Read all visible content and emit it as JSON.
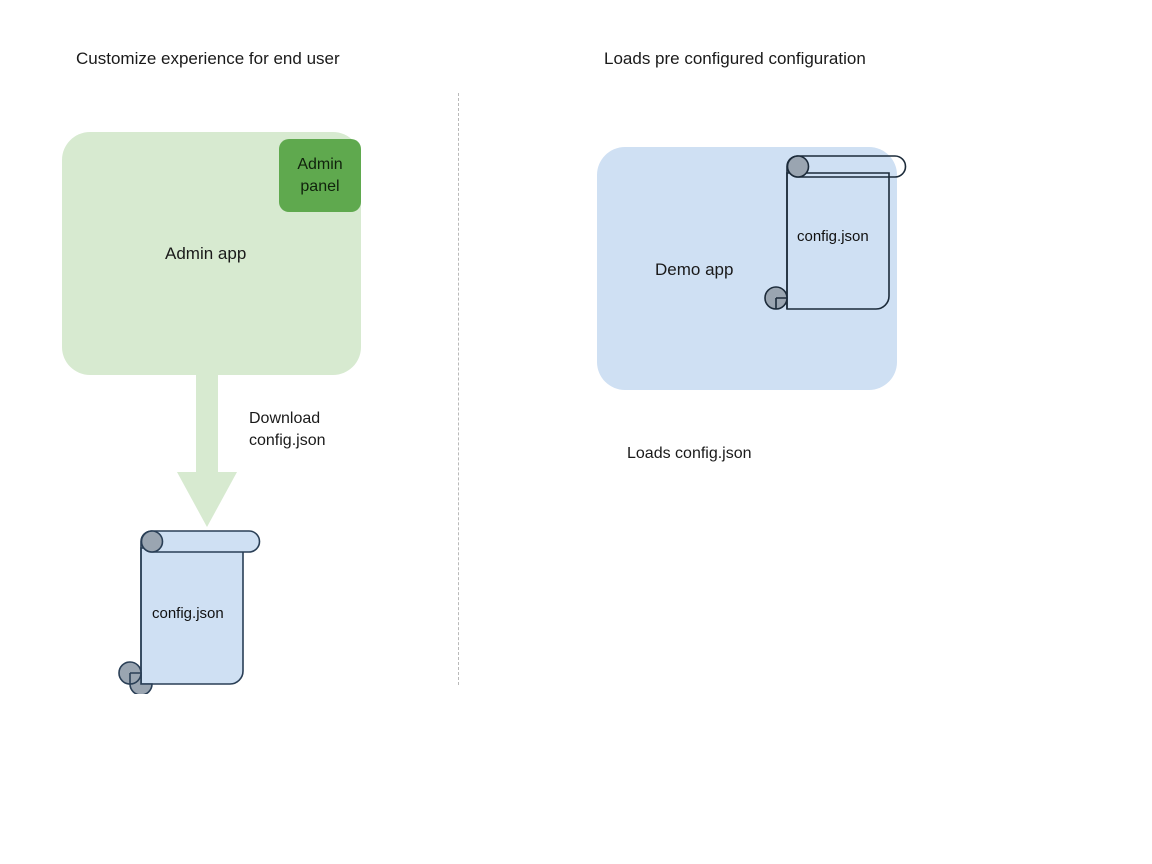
{
  "diagram": {
    "background": "#ffffff",
    "columns": [
      {
        "id": "left",
        "title": "Customize experience for end user",
        "app": {
          "label": "Admin app",
          "fill": "#d7ead0",
          "badge": {
            "line1": "Admin",
            "line2": "panel",
            "fill": "#5fa94e"
          }
        },
        "flow": {
          "line1": "Download",
          "line2": "config.json",
          "arrow_fill": "#d7ead0"
        },
        "document": {
          "label": "config.json",
          "fill": "#cfe0f3",
          "stroke": "#2a3f56",
          "roll_fill": "#9aa5b1"
        }
      },
      {
        "id": "right",
        "title": "Loads pre configured configuration",
        "app": {
          "label": "Demo app",
          "fill": "#cfe0f3"
        },
        "document": {
          "label": "config.json",
          "fill": "none",
          "stroke": "#1c2b3a",
          "roll_fill": "#9aa5b1"
        },
        "caption": "Loads config.json"
      }
    ],
    "divider": {
      "style": "dashed",
      "color": "#b9b9b9"
    }
  }
}
